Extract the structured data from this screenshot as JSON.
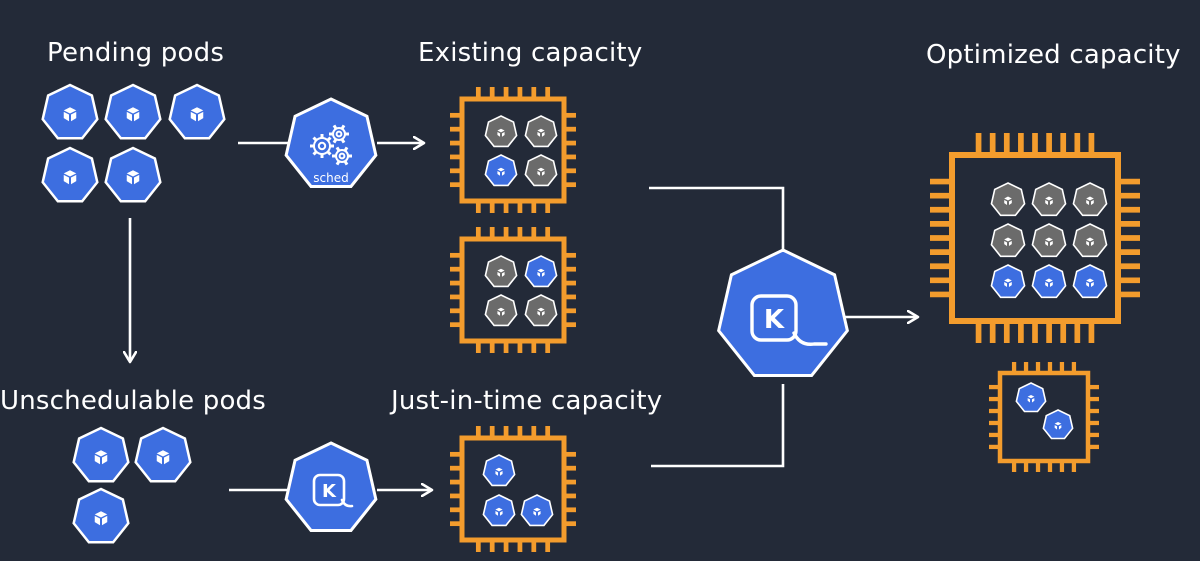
{
  "labels": {
    "pending": "Pending pods",
    "existing": "Existing capacity",
    "optimized": "Optimized capacity",
    "unschedulable": "Unschedulable pods",
    "jit": "Just-in-time capacity"
  },
  "icons": {
    "scheduler_text": "sched",
    "karpenter_letter": "K"
  },
  "colors": {
    "background": "#232a38",
    "pod_blue": "#3d6ee0",
    "pod_gray": "#6b6b6b",
    "chip_orange": "#f39c2d",
    "line": "#ffffff"
  },
  "nodes": {
    "existing_1": [
      "gray",
      "gray",
      "blue",
      "gray"
    ],
    "existing_2": [
      "gray",
      "blue",
      "gray",
      "gray"
    ],
    "jit": [
      "blue",
      "blue",
      "blue"
    ],
    "optimized_large": [
      "gray",
      "gray",
      "gray",
      "gray",
      "gray",
      "gray",
      "blue",
      "blue",
      "blue"
    ],
    "optimized_small": [
      "blue",
      "blue"
    ]
  }
}
